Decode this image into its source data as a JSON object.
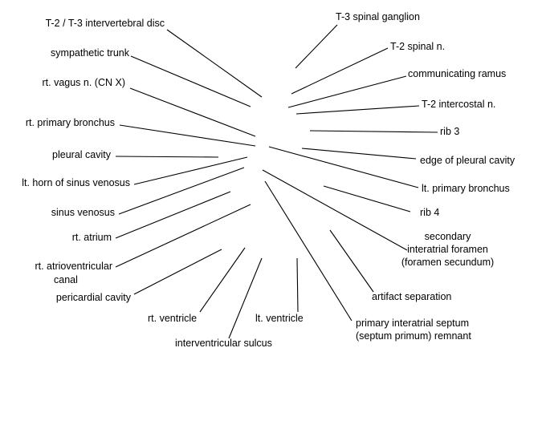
{
  "labels": {
    "t2_t3_disc": "T-2 / T-3 intervertebral disc",
    "sympathetic_trunk": "sympathetic trunk",
    "vagus": "rt. vagus n. (CN X)",
    "rt_primary_bronchus": "rt. primary bronchus",
    "pleural_cavity": "pleural cavity",
    "lt_horn_sinus": "lt. horn of sinus venosus",
    "sinus_venosus": "sinus venosus",
    "rt_atrium": "rt. atrium",
    "rt_av_canal_1": "rt. atrioventricular",
    "rt_av_canal_2": "canal",
    "pericardial_cavity": "pericardial cavity",
    "rt_ventricle": "rt. ventricle",
    "interventricular_sulcus": "interventricular sulcus",
    "lt_ventricle": "lt. ventricle",
    "septum_primum_1": "primary interatrial septum",
    "septum_primum_2": "(septum primum) remnant",
    "artifact_separation": "artifact separation",
    "foramen_secundum_1": "secondary",
    "foramen_secundum_2": "interatrial foramen",
    "foramen_secundum_3": "(foramen secundum)",
    "rib4": "rib 4",
    "lt_primary_bronchus": "lt. primary bronchus",
    "edge_pleural": "edge of pleural cavity",
    "rib3": "rib 3",
    "t2_intercostal": "T-2 intercostal n.",
    "communicating_ramus": "communicating ramus",
    "t2_spinal_n": "T-2 spinal n.",
    "t3_ganglion": "T-3 spinal ganglion"
  }
}
